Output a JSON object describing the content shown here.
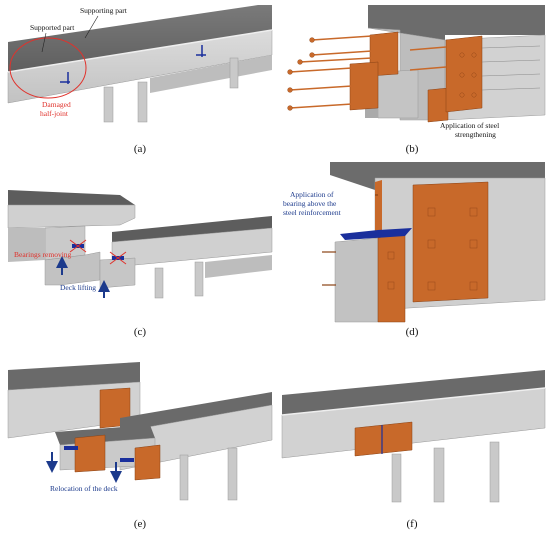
{
  "panels": [
    {
      "id": "a",
      "caption": "(a)",
      "labels": {
        "supporting_part": "Supporting part",
        "supported_part": "Supported part",
        "damaged": [
          "Damaged",
          "half-joint"
        ]
      }
    },
    {
      "id": "b",
      "caption": "(b)",
      "labels": {
        "steel": [
          "Application of steel",
          "strengthening"
        ]
      }
    },
    {
      "id": "c",
      "caption": "(c)",
      "labels": {
        "bearings": "Bearings removing",
        "lifting": "Deck lifting"
      }
    },
    {
      "id": "d",
      "caption": "(d)",
      "labels": {
        "bearing": [
          "Application of",
          "bearing above the",
          "steel reinforcement"
        ]
      }
    },
    {
      "id": "e",
      "caption": "(e)",
      "labels": {
        "relocation": "Relocation of the deck"
      }
    },
    {
      "id": "f",
      "caption": "(f)",
      "labels": {}
    }
  ],
  "colors": {
    "steel": "#c8692a",
    "steel_dark": "#8a4215",
    "deck_top": "#6f6f6f",
    "concrete_light": "#d8d8d8",
    "concrete_mid": "#bdbdbd",
    "concrete_dark": "#a4a4a4",
    "bearing": "#1a2f9c",
    "red_note": "#e0322c",
    "blue_note": "#1c3a8c"
  }
}
